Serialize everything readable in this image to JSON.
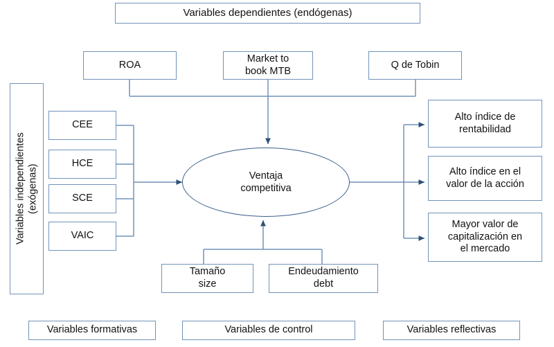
{
  "diagram": {
    "title_bar": {
      "label": "Variables dependientes (endógenas)"
    },
    "dependent_vars": [
      {
        "label": "ROA"
      },
      {
        "label": "Market to\nbook MTB"
      },
      {
        "label": "Q de Tobin"
      }
    ],
    "independent_label": {
      "label": "Variables independientes\n(exógenas)"
    },
    "independent_vars": [
      {
        "label": "CEE"
      },
      {
        "label": "HCE"
      },
      {
        "label": "SCE"
      },
      {
        "label": "VAIC"
      }
    ],
    "center": {
      "label": "Ventaja\ncompetitiva"
    },
    "outcomes": [
      {
        "label": "Alto índice de\nrentabilidad"
      },
      {
        "label": "Alto índice en el\nvalor de la acción"
      },
      {
        "label": "Mayor valor de\ncapitalización en\nel mercado"
      }
    ],
    "control_vars": [
      {
        "label": "Tamaño\nsize"
      },
      {
        "label": "Endeudamiento\ndebt"
      }
    ],
    "legend": [
      {
        "label": "Variables formativas"
      },
      {
        "label": "Variables de control"
      },
      {
        "label": "Variables reflectivas"
      }
    ],
    "colors": {
      "box_border": "#7192b8",
      "ellipse_border": "#3b5e8c",
      "connector": "#7192b8",
      "arrow_fill": "#2e5074",
      "text": "#111111",
      "background": "#ffffff"
    }
  }
}
